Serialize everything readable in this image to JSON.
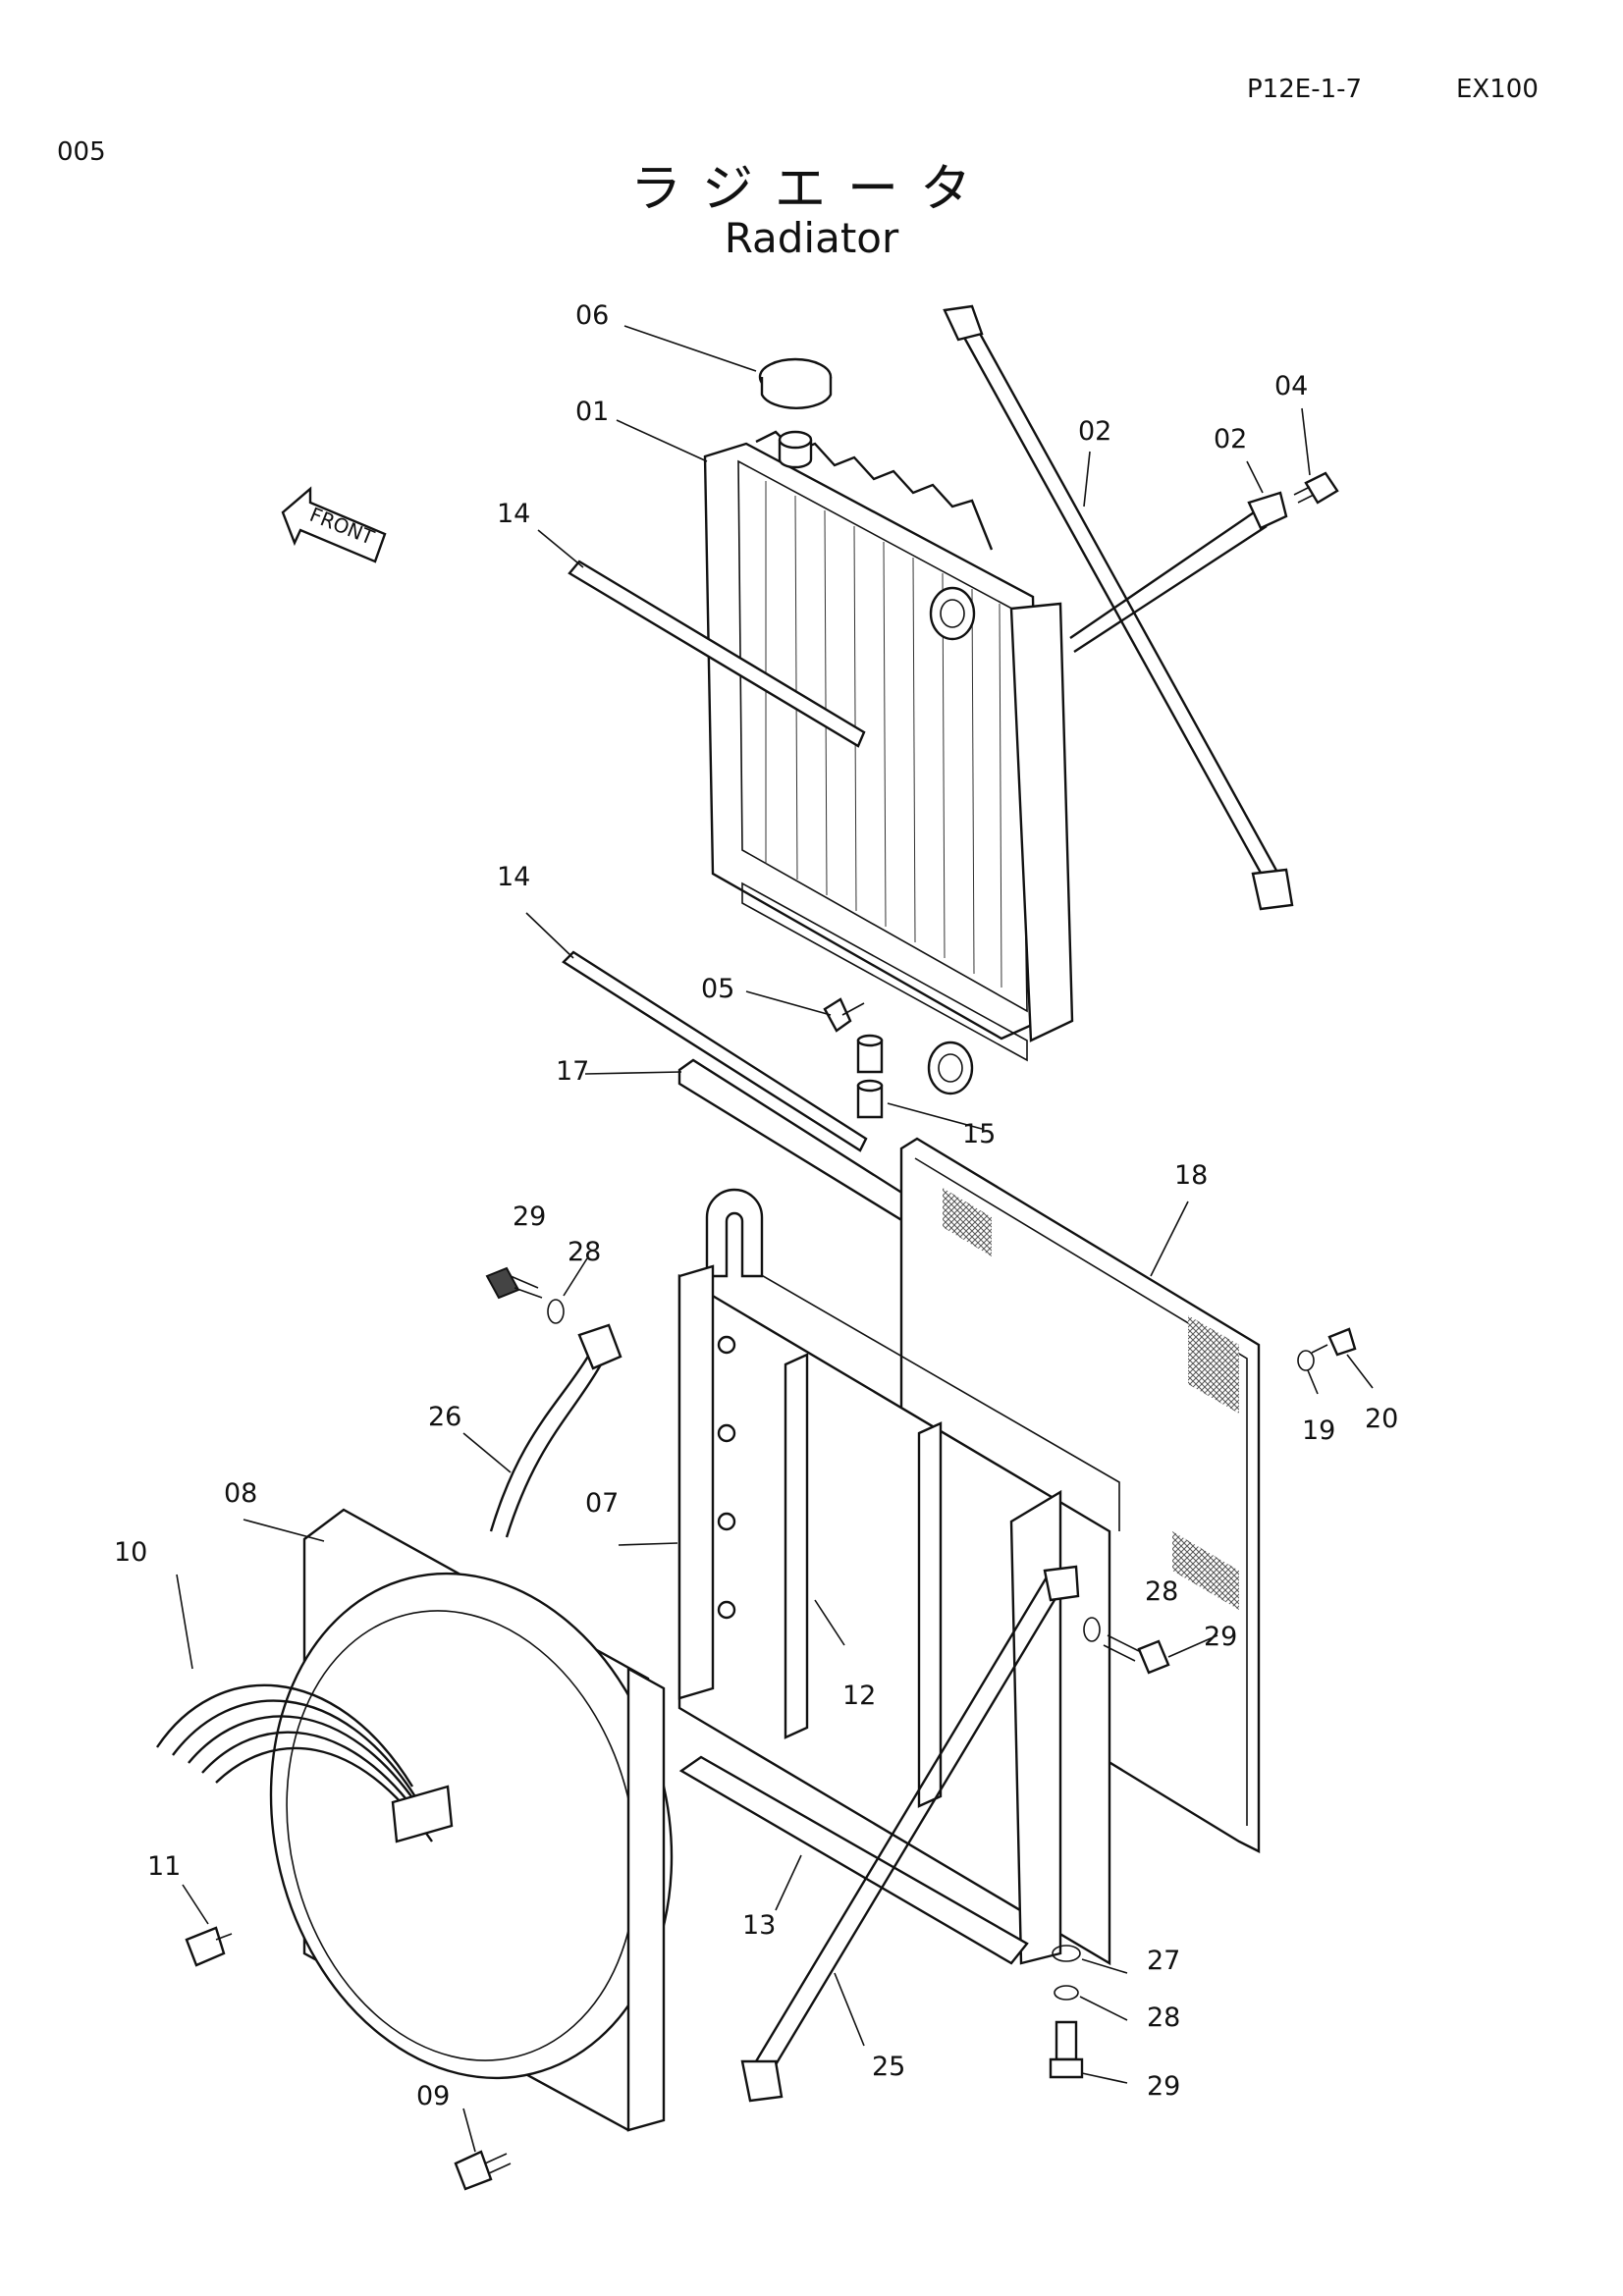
{
  "header": {
    "page_code": "P12E-1-7",
    "model": "EX100",
    "page_number": "005"
  },
  "title": {
    "japanese": "ラジエータ",
    "english": "Radiator"
  },
  "direction_marker": "FRONT",
  "callouts": {
    "c01": "01",
    "c02a": "02",
    "c02b": "02",
    "c04": "04",
    "c05": "05",
    "c06": "06",
    "c07": "07",
    "c08": "08",
    "c09": "09",
    "c10": "10",
    "c11": "11",
    "c12": "12",
    "c13": "13",
    "c14a": "14",
    "c14b": "14",
    "c15": "15",
    "c17": "17",
    "c18": "18",
    "c19": "19",
    "c20": "20",
    "c25": "25",
    "c26": "26",
    "c27": "27",
    "c28a": "28",
    "c28b": "28",
    "c28c": "28",
    "c29a": "29",
    "c29b": "29",
    "c29c": "29"
  }
}
